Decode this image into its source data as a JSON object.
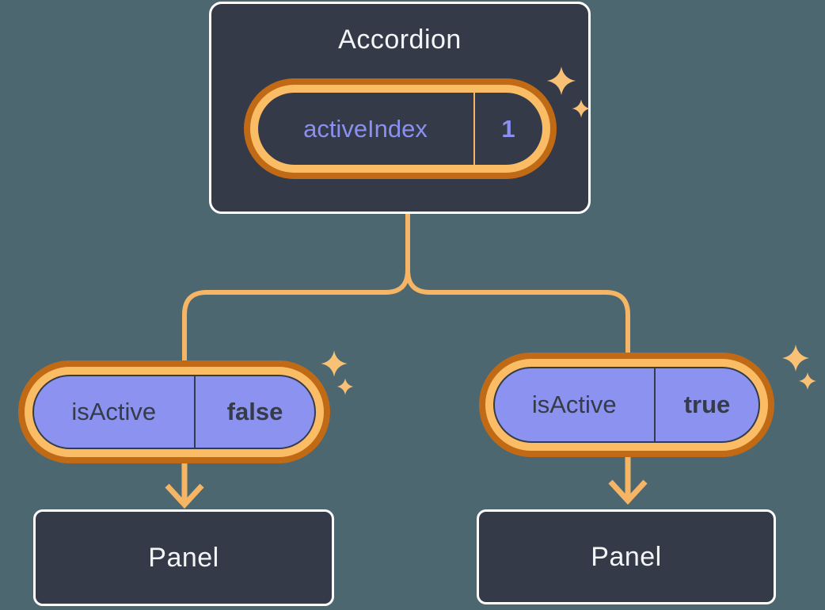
{
  "colors": {
    "background": "#4C6770",
    "node_fill": "#343A47",
    "node_border": "#FFFFFF",
    "node_text": "#F3F5F7",
    "ring_outer_orange": "#C16A16",
    "ring_inner_orange": "#FBBC66",
    "connector_orange": "#F6B565",
    "sparkle_orange": "#F9C176",
    "pill_purple_fill": "#8B92F0",
    "pill_purple_text": "#8A90F0",
    "pill_dark_text": "#353B48"
  },
  "accordion": {
    "title": "Accordion",
    "state": {
      "label": "activeIndex",
      "value": "1"
    }
  },
  "branches": [
    {
      "prop": {
        "label": "isActive",
        "value": "false"
      },
      "panel": {
        "label": "Panel"
      }
    },
    {
      "prop": {
        "label": "isActive",
        "value": "true"
      },
      "panel": {
        "label": "Panel"
      }
    }
  ]
}
